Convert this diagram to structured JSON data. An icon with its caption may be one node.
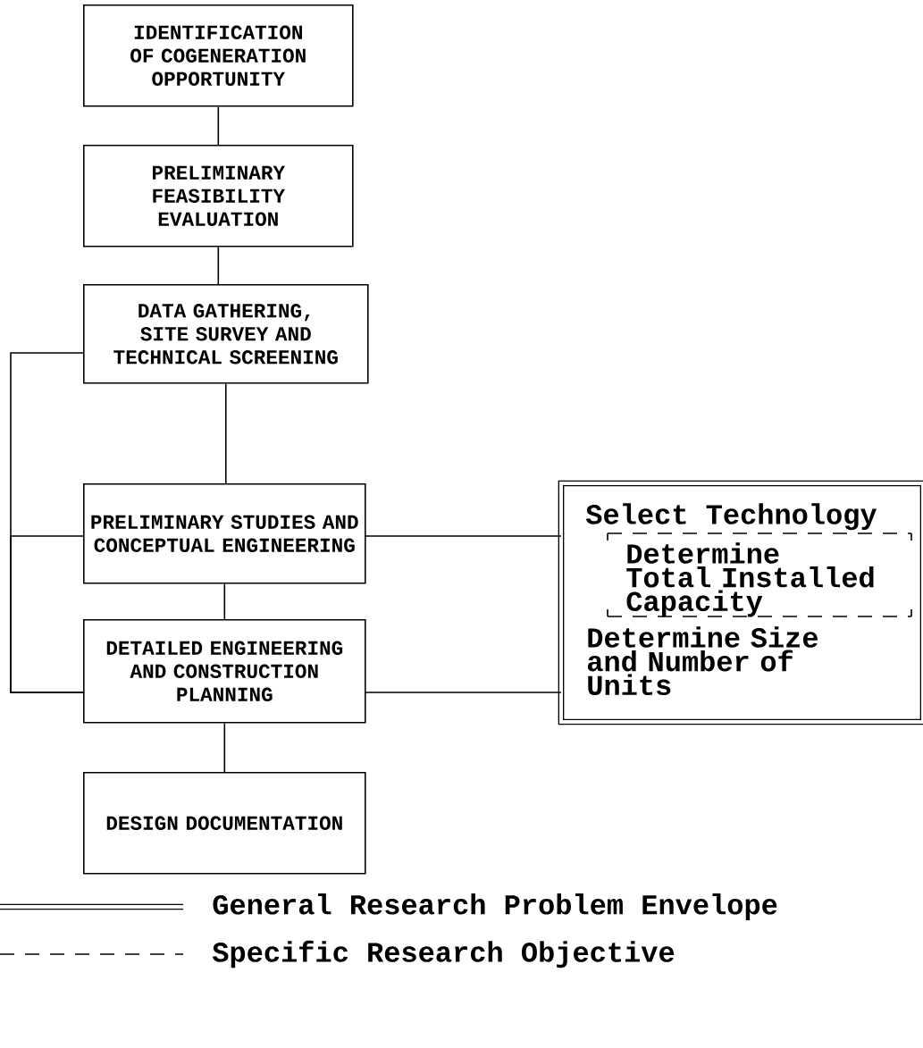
{
  "diagram": {
    "nodes": [
      {
        "text": [
          "IDENTIFICATION OF COGENERATION OPPORTUNITY"
        ]
      },
      {
        "text": [
          "PRELIMINARY FEASIBILITY EVALUATION"
        ]
      },
      {
        "text": [
          "DATA GATHERING, SITE SURVEY AND TECHNICAL SCREENING"
        ]
      },
      {
        "text": [
          "PRELIMINARY STUDIES AND CONCEPTUAL ENGINEERING"
        ]
      },
      {
        "text": [
          "DETAILED ENGINEERING AND CONSTRUCTION PLANNING"
        ]
      },
      {
        "text": [
          "DESIGN DOCUMENTATION"
        ]
      },
      {
        "text": [
          "Select Technology",
          "Determine Size and Number of Units"
        ]
      },
      {
        "text": [
          "Determine Total Installed Capacity"
        ],
        "in": 6
      }
    ],
    "edges": [
      {
        "from": 0,
        "to": 1,
        "arrow": "none"
      },
      {
        "from": 1,
        "to": 2,
        "arrow": "none"
      },
      {
        "from": 2,
        "to": 3,
        "arrow": "none"
      },
      {
        "from": 3,
        "to": 4,
        "arrow": "none"
      },
      {
        "from": 4,
        "to": 5,
        "arrow": "none"
      },
      {
        "from": 2,
        "to": 4,
        "arrow": "none"
      },
      {
        "from": 3,
        "to": 4,
        "arrow": "none"
      },
      {
        "from": 3,
        "to": 6,
        "arrow": "none"
      },
      {
        "from": 4,
        "to": 6,
        "arrow": "none"
      }
    ],
    "legend": [
      {
        "text": "General Research Problem Envelope"
      },
      {
        "text": "Specific Research Objective"
      }
    ]
  }
}
